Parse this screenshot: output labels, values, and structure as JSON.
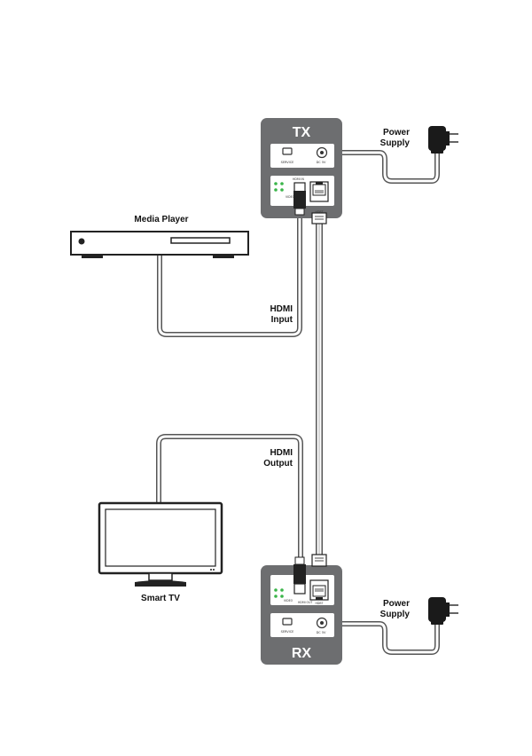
{
  "tx": {
    "title": "TX",
    "service_label": "SERVICE",
    "dc_label": "DC 5V",
    "hdmi_in_label": "HDMI IN",
    "video_label": "VIDEO",
    "hdbt_label": "HDBT"
  },
  "rx": {
    "title": "RX",
    "service_label": "SERVICE",
    "dc_label": "DC 5V",
    "video_label": "VIDEO",
    "hdmi_out_label": "HDMI OUT",
    "hdbt_label": "HDBT"
  },
  "devices": {
    "media_player": "Media Player",
    "smart_tv": "Smart TV"
  },
  "power_tx": {
    "line1": "Power",
    "line2": "Supply"
  },
  "power_rx": {
    "line1": "Power",
    "line2": "Supply"
  },
  "hdmi_input": {
    "line1": "HDMI",
    "line2": "Input"
  },
  "hdmi_output": {
    "line1": "HDMI",
    "line2": "Output"
  },
  "colors": {
    "unit_body": "#6d6e70",
    "panel": "#ffffff",
    "cable": "#555555",
    "led": "#3bb54a"
  }
}
